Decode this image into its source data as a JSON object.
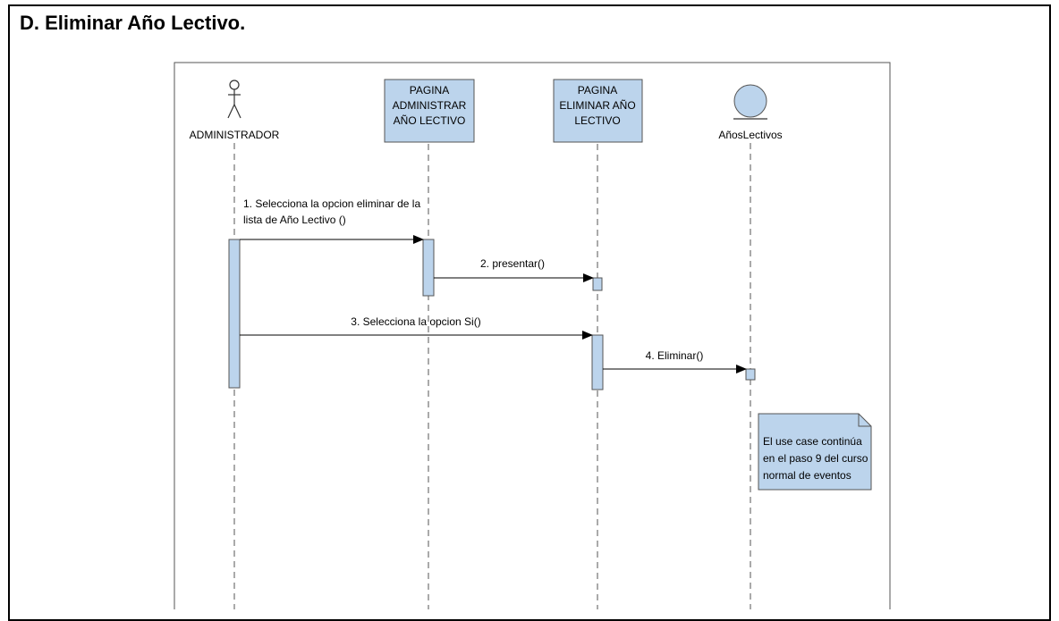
{
  "title": "D. Eliminar Año Lectivo.",
  "colors": {
    "box_fill": "#bcd4ec",
    "activation_fill": "#bcd4ec",
    "entity_fill": "#bcd4ec",
    "note_fill": "#bcd4ec",
    "line": "#000000"
  },
  "participants": {
    "actor": "ADMINISTRADOR",
    "box1": [
      "PAGINA",
      "ADMINISTRAR",
      "AÑO LECTIVO"
    ],
    "box2": [
      "PAGINA",
      "ELIMINAR AÑO",
      "LECTIVO"
    ],
    "entity": "AñosLectivos"
  },
  "messages": {
    "m1": [
      "1. Selecciona la opcion eliminar de la",
      "lista de Año Lectivo ()"
    ],
    "m2": "2. presentar()",
    "m3": "3. Selecciona la opcion Si()",
    "m4": "4. Eliminar()"
  },
  "note": [
    "El use case continúa",
    "en el paso 9 del curso",
    "normal de eventos"
  ]
}
